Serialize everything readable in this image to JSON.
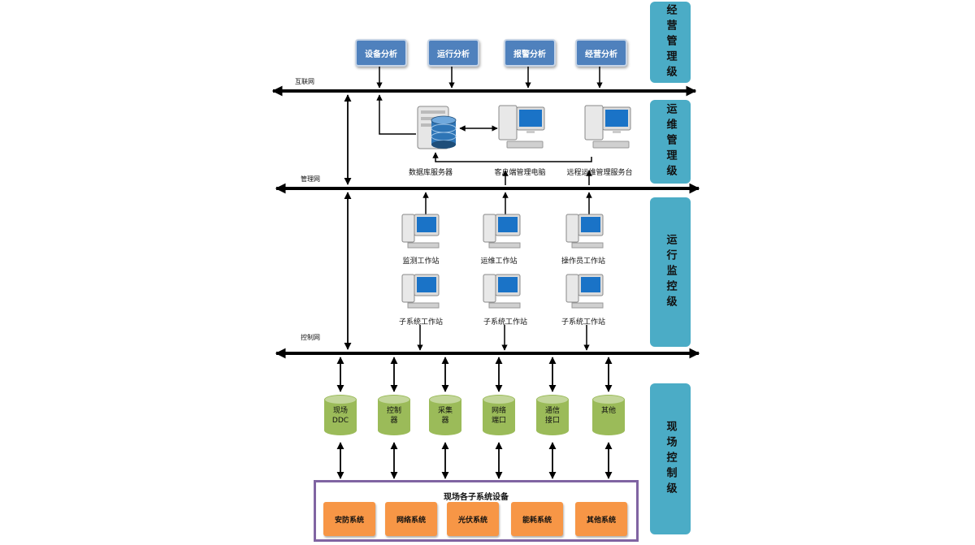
{
  "levels": {
    "business": "经营管理级",
    "ops_maintenance": "运维管理级",
    "run_monitor": "运行监控级",
    "field_control": "现场控制级"
  },
  "analysis_buttons": [
    "设备分析",
    "运行分析",
    "报警分析",
    "经营分析"
  ],
  "networks": {
    "internet": "互联网",
    "management": "管理网",
    "control": "控制网"
  },
  "ops_nodes": {
    "db_server": "数据库服务器",
    "client_pc": "客户端管理电脑",
    "remote_service": "远程运维管理服务台"
  },
  "workstations_row1": [
    "监测工作站",
    "运维工作站",
    "操作员工作站"
  ],
  "workstations_row2": [
    "子系统工作站",
    "子系统工作站",
    "子系统工作站"
  ],
  "field_devices": [
    {
      "line1": "现场",
      "line2": "DDC"
    },
    {
      "line1": "控制",
      "line2": "器"
    },
    {
      "line1": "采集",
      "line2": "器"
    },
    {
      "line1": "网络",
      "line2": "端口"
    },
    {
      "line1": "通信",
      "line2": "接口"
    },
    {
      "line1": "其他",
      "line2": ""
    }
  ],
  "field_box_title": "现场各子系统设备",
  "subsystems": [
    "安防系统",
    "网络系统",
    "光伏系统",
    "能耗系统",
    "其他系统"
  ],
  "colors": {
    "level_bg": "#4bacc6",
    "analysis_btn": "#4f81bd",
    "device_green": "#9bbb59",
    "subsystem_orange": "#f79646",
    "field_box_border": "#8064a2"
  },
  "icons": [
    "server-icon",
    "database-icon",
    "computer-icon"
  ]
}
